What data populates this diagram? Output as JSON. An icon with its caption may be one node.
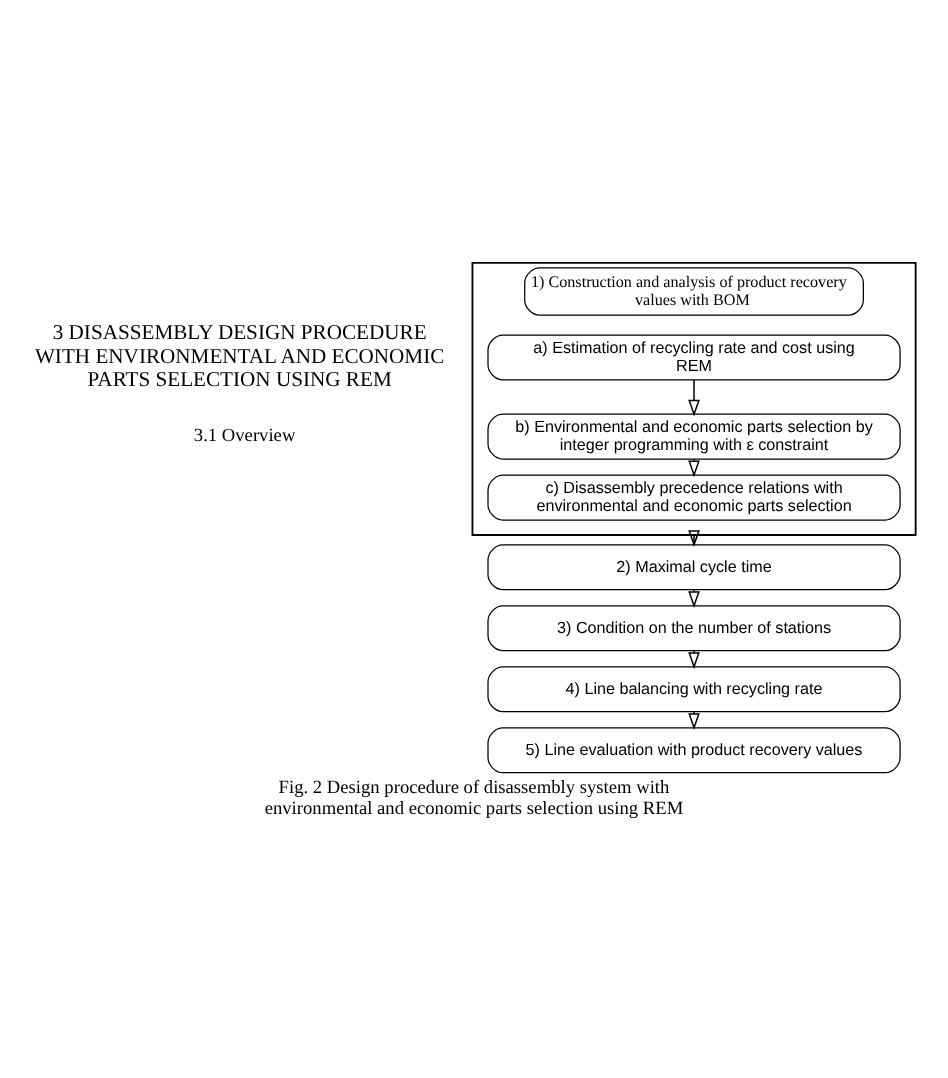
{
  "diagram": {
    "title": "3 DISASSEMBLY DESIGN PROCEDURE WITH ENVIRONMENTAL AND ECONOMIC PARTS SELECTION USING REM",
    "caption": "Fig. 2 Design procedure of disassembly system with environmental and economic parts selection using REM",
    "nodes": [
      {
        "text": [
          "1) Construction and analysis of product recovery values with BOM"
        ]
      },
      {
        "text": [
          "a) Estimation of recycling rate and cost using REM"
        ],
        "in": 0
      },
      {
        "text": [
          "b) Environmental and economic parts selection by integer programming with ε constraint"
        ],
        "in": 0
      },
      {
        "text": [
          "c) Disassembly precedence relations with environmental and economic parts selection"
        ],
        "in": 0
      },
      {
        "text": [
          "2) Maximal cycle time"
        ]
      },
      {
        "text": [
          "3) Condition on the number of stations"
        ]
      },
      {
        "text": [
          "4) Line balancing with recycling rate"
        ]
      },
      {
        "text": [
          "5) Line evaluation with product recovery values"
        ]
      }
    ],
    "edges": [
      {
        "from": 1,
        "to": 2,
        "arrow": "to"
      },
      {
        "from": 2,
        "to": 3,
        "arrow": "to"
      },
      {
        "from": 0,
        "to": 4,
        "arrow": "to"
      },
      {
        "from": 4,
        "to": 5,
        "arrow": "to"
      },
      {
        "from": 5,
        "to": 6,
        "arrow": "to"
      },
      {
        "from": 6,
        "to": 7,
        "arrow": "to"
      }
    ],
    "labels": [
      "3.1 Overview"
    ]
  }
}
